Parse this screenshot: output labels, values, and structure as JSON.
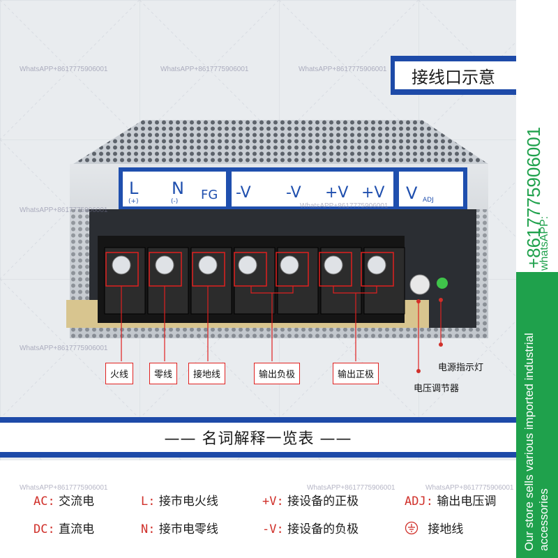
{
  "watermark": "WhatsAPP+8617775906001",
  "title": "接线口示意",
  "terminal_symbols": {
    "l": "L",
    "l_sub": "(+)",
    "n": "N",
    "n_sub": "(-)",
    "fg": "FG",
    "neg1": "-V",
    "neg2": "-V",
    "pos1": "+V",
    "pos2": "+V",
    "vadj": "V",
    "vadj_sub": "ADJ"
  },
  "callouts": {
    "live": "火线",
    "neutral": "零线",
    "ground": "接地线",
    "out_neg": "输出负极",
    "out_pos": "输出正极",
    "power_led": "电源指示灯",
    "voltage_adj": "电压调节器"
  },
  "band_title": "—— 名词解释一览表 ——",
  "glossary": {
    "ac_key": "AC:",
    "ac_val": "交流电",
    "l_key": "L:",
    "l_val": "接市电火线",
    "pv_key": "+V:",
    "pv_val": "接设备的正极",
    "adj_key": "ADJ:",
    "adj_val": "输出电压调",
    "dc_key": "DC:",
    "dc_val": "直流电",
    "n_key": "N:",
    "n_val": "接市电零线",
    "nv_key": "-V:",
    "nv_val": "接设备的负极",
    "gnd_val": "接地线"
  },
  "side": {
    "phone": "+8617775906001",
    "whatsapp": "whatsAPP:",
    "store": "Our store sells various imported industrial accessories"
  }
}
